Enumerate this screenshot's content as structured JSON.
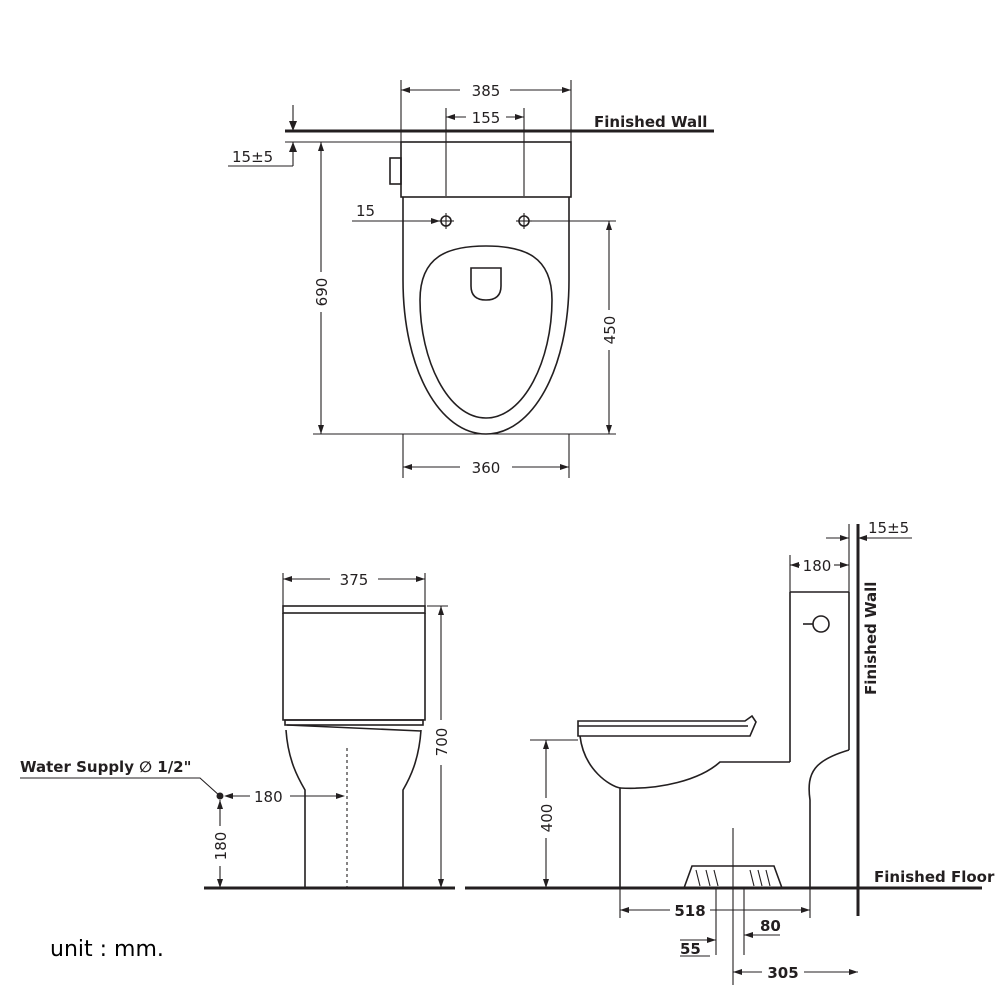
{
  "top_view": {
    "tank_width": "385",
    "bolt_spacing": "155",
    "wall_gap": "15±5",
    "bolt_offset": "15",
    "total_depth": "690",
    "bowl_depth": "450",
    "bowl_width": "360",
    "wall_label": "Finished Wall"
  },
  "front_view": {
    "tank_width": "375",
    "total_height": "700",
    "supply_label": "Water Supply  ∅ 1/2\"",
    "supply_offset": "180",
    "supply_height": "180"
  },
  "side_view": {
    "wall_gap": "15±5",
    "tank_depth": "180",
    "wall_label": "Finished Wall",
    "floor_label": "Finished Floor",
    "seat_height": "400",
    "base_length": "518",
    "outlet_width": "80",
    "outlet_offset": "55",
    "rough_in": "305"
  },
  "unit_label": "unit : mm."
}
